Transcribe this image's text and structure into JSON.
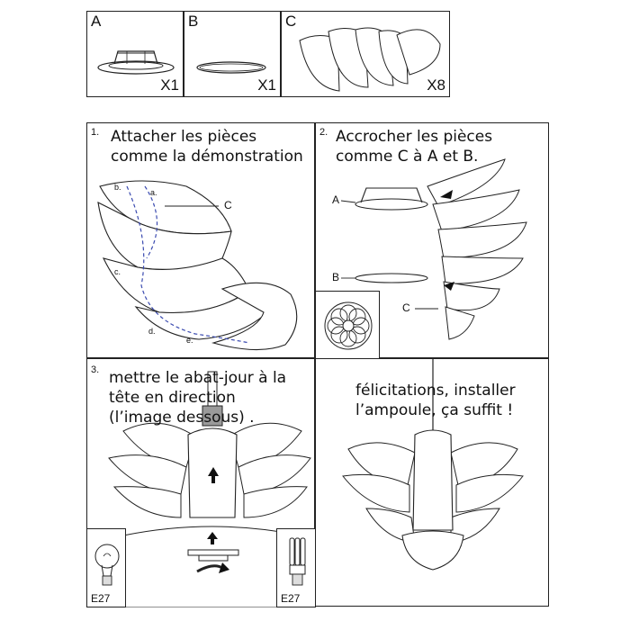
{
  "parts": {
    "a": {
      "letter": "A",
      "qty": "X1"
    },
    "b": {
      "letter": "B",
      "qty": "X1"
    },
    "c": {
      "letter": "C",
      "qty": "X8"
    }
  },
  "steps": [
    {
      "num": "1.",
      "lines": [
        "Attacher les pièces",
        "comme la démonstration"
      ],
      "label_c": "C",
      "markers": [
        "a.",
        "b.",
        "c.",
        "d.",
        "e."
      ]
    },
    {
      "num": "2.",
      "lines": [
        "Accrocher les pièces",
        "comme C à A et B."
      ],
      "label_a": "A",
      "label_b": "B",
      "label_c": "C"
    },
    {
      "num": "3.",
      "lines": [
        "mettre le abat-jour à la",
        "tête en direction",
        "(l’image dessous) ."
      ],
      "bulb_left": "E27",
      "bulb_right": "E27"
    }
  ],
  "final": {
    "lines": [
      "félicitations, installer",
      "l’ampoule, ça suffit !"
    ]
  }
}
